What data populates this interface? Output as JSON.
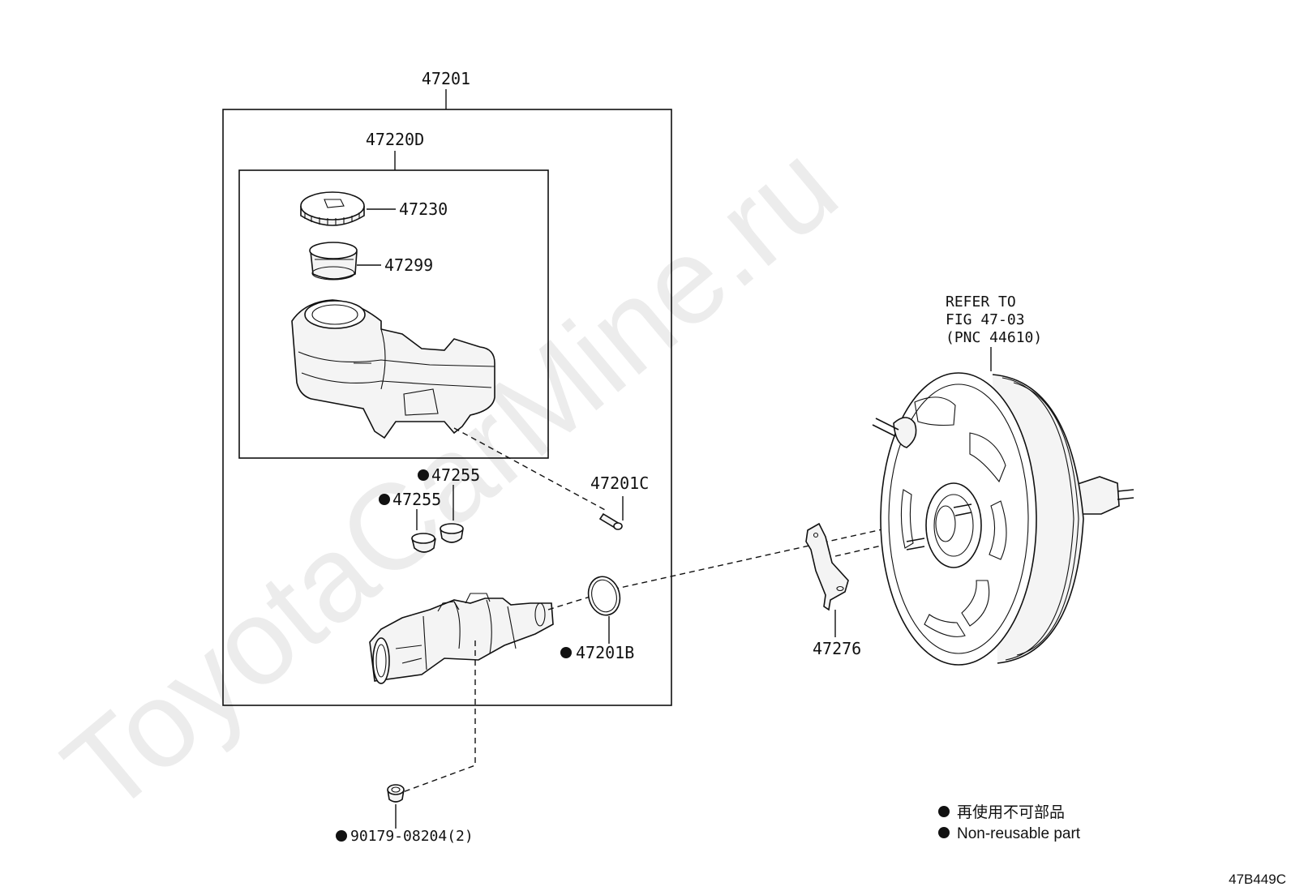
{
  "watermark": "ToyotaCarMine.ru",
  "figure_id": "47B449C",
  "assembly_box": {
    "label": "47201"
  },
  "reservoir_box": {
    "label": "47220D"
  },
  "parts": [
    {
      "id": "cap",
      "label": "47230",
      "nonreusable": false
    },
    {
      "id": "strainer",
      "label": "47299",
      "nonreusable": false
    },
    {
      "id": "grommet-a",
      "label": "47255",
      "nonreusable": true
    },
    {
      "id": "grommet-b",
      "label": "47255",
      "nonreusable": true
    },
    {
      "id": "pin",
      "label": "47201C",
      "nonreusable": false
    },
    {
      "id": "o-ring",
      "label": "47201B",
      "nonreusable": true
    },
    {
      "id": "bracket",
      "label": "47276",
      "nonreusable": false
    },
    {
      "id": "nut",
      "label": "90179-08204(2)",
      "nonreusable": true
    }
  ],
  "booster_reference": {
    "line1": "REFER TO",
    "line2": "FIG 47-03",
    "line3": "(PNC 44610)"
  },
  "legend": {
    "line_jp": "再使用不可部品",
    "line_en": "Non-reusable part"
  }
}
